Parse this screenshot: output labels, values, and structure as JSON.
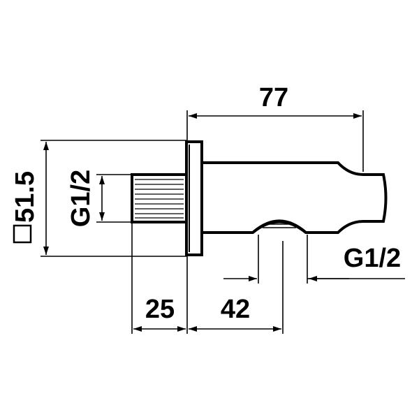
{
  "dimensions": {
    "length_overall": "77",
    "flange_square": "51.5",
    "thread_left": "G1/2",
    "thread_outlet": "G1/2",
    "thread_length": "25",
    "outlet_offset": "42"
  },
  "symbols": {
    "square_symbol": "square-symbol-icon"
  },
  "colors": {
    "line": "#000000",
    "background": "#ffffff"
  }
}
